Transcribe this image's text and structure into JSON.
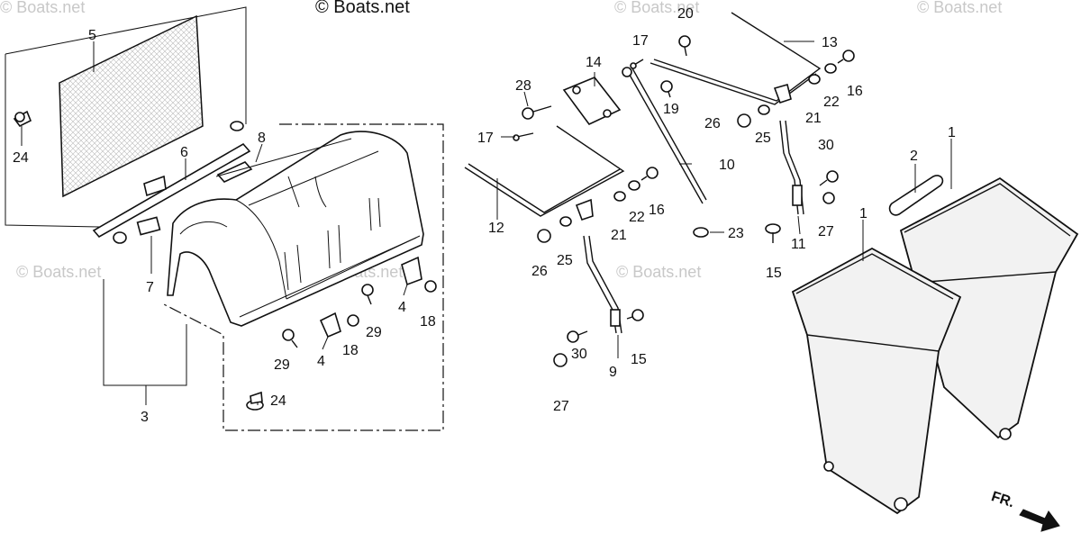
{
  "watermarks": {
    "top_center": "© Boats.net",
    "faint": "© Boats.net"
  },
  "callouts": {
    "c1a": "1",
    "c1b": "1",
    "c2": "2",
    "c3": "3",
    "c4a": "4",
    "c4b": "4",
    "c5": "5",
    "c6": "6",
    "c7": "7",
    "c8": "8",
    "c9": "9",
    "c10": "10",
    "c11": "11",
    "c12": "12",
    "c13": "13",
    "c14": "14",
    "c15a": "15",
    "c15b": "15",
    "c16a": "16",
    "c16b": "16",
    "c17a": "17",
    "c17b": "17",
    "c18a": "18",
    "c18b": "18",
    "c19": "19",
    "c20": "20",
    "c21a": "21",
    "c21b": "21",
    "c22a": "22",
    "c22b": "22",
    "c23": "23",
    "c24a": "24",
    "c24b": "24",
    "c25a": "25",
    "c25b": "25",
    "c26a": "26",
    "c26b": "26",
    "c27a": "27",
    "c27b": "27",
    "c28": "28",
    "c29a": "29",
    "c29b": "29",
    "c30a": "30",
    "c30b": "30"
  },
  "direction": {
    "label": "FR."
  }
}
